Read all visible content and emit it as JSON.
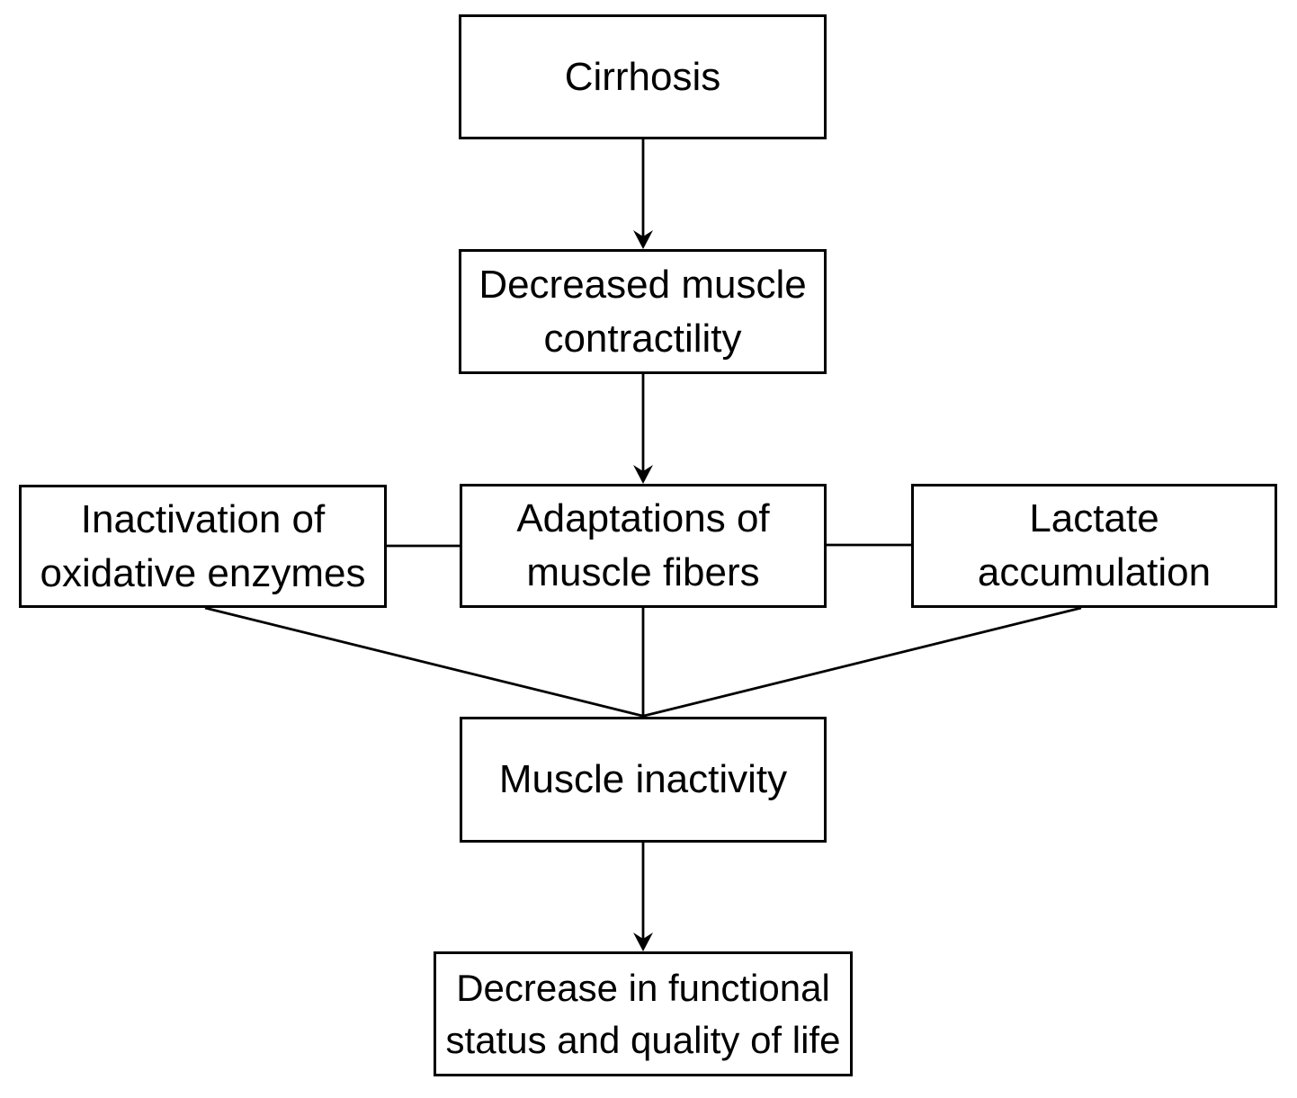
{
  "diagram": {
    "type": "flowchart",
    "colors": {
      "background": "#ffffff",
      "box_fill": "#ffffff",
      "box_border": "#000000",
      "text": "#000000",
      "line": "#000000"
    },
    "nodes": {
      "cirrhosis": {
        "label": "Cirrhosis"
      },
      "decreased_contractility": {
        "label": "Decreased muscle contractility"
      },
      "inactivation_enzymes": {
        "label": "Inactivation of oxidative enzymes"
      },
      "adaptations_fibers": {
        "label": "Adaptations of muscle fibers"
      },
      "lactate_accumulation": {
        "label": "Lactate accumulation"
      },
      "muscle_inactivity": {
        "label": "Muscle inactivity"
      },
      "functional_status": {
        "label": "Decrease in functional status and quality of life"
      }
    },
    "edges": [
      {
        "from": "cirrhosis",
        "to": "decreased_contractility",
        "style": "arrow"
      },
      {
        "from": "decreased_contractility",
        "to": "adaptations_fibers",
        "style": "arrow"
      },
      {
        "from": "inactivation_enzymes",
        "to": "adaptations_fibers",
        "style": "line"
      },
      {
        "from": "adaptations_fibers",
        "to": "lactate_accumulation",
        "style": "line"
      },
      {
        "from": "inactivation_enzymes",
        "to": "muscle_inactivity",
        "style": "line"
      },
      {
        "from": "adaptations_fibers",
        "to": "muscle_inactivity",
        "style": "line"
      },
      {
        "from": "lactate_accumulation",
        "to": "muscle_inactivity",
        "style": "line"
      },
      {
        "from": "muscle_inactivity",
        "to": "functional_status",
        "style": "arrow"
      }
    ]
  }
}
